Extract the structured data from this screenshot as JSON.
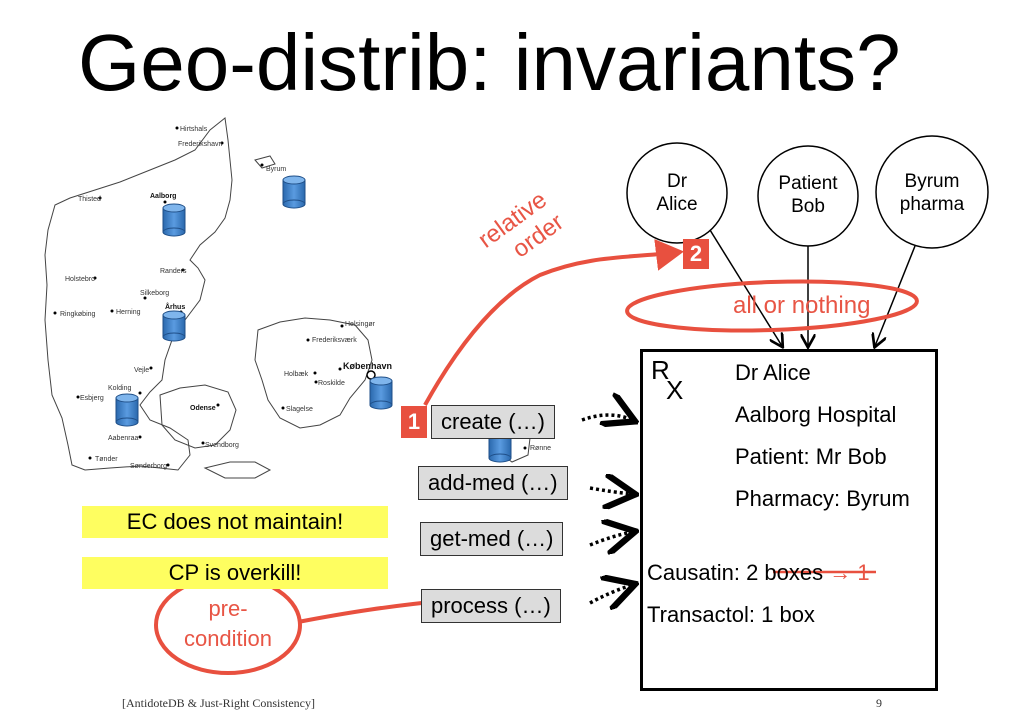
{
  "slide": {
    "title": "Geo-distrib: invariants?",
    "footer_citation": "[AntidoteDB & Just-Right Consistency]",
    "page_number": "9"
  },
  "map": {
    "cities": [
      "Hirtshals",
      "Frederikshavn",
      "Byrum",
      "Thisted",
      "Aalborg",
      "Randers",
      "Holstebro",
      "Silkeborg",
      "Århus",
      "Ringkøbing",
      "Herning",
      "Helsingør",
      "Frederiksværk",
      "København",
      "Vejle",
      "Holbæk",
      "Roskilde",
      "Kolding",
      "Esbjerg",
      "Odense",
      "Slagelse",
      "Aabenraa",
      "Svendborg",
      "Tønder",
      "Sønderborg",
      "Rønne"
    ]
  },
  "actors": [
    {
      "line1": "Dr",
      "line2": "Alice"
    },
    {
      "line1": "Patient",
      "line2": "Bob"
    },
    {
      "line1": "Byrum",
      "line2": "pharma"
    }
  ],
  "annotations": {
    "relative_order_line1": "relative",
    "relative_order_line2": "order",
    "all_or_nothing": "all or nothing",
    "pre_condition_line1": "pre-",
    "pre_condition_line2": "condition",
    "step1": "1",
    "step2": "2"
  },
  "operations": [
    "create (…)",
    "add-med (…)",
    "get-med (…)",
    "process (…)"
  ],
  "notes": [
    "EC does not maintain!",
    "CP is overkill!"
  ],
  "prescription": {
    "rx_r": "R",
    "rx_x": "X",
    "doctor": "Dr Alice",
    "hospital": "Aalborg Hospital",
    "patient": "Patient: Mr Bob",
    "pharmacy": "Pharmacy: Byrum",
    "med1_label": "Causatin: ",
    "med1_old": "2 boxes",
    "med1_new": " → 1",
    "med2": "Transactol: 1 box"
  },
  "colors": {
    "accent_red": "#e8503f",
    "highlight_yellow": "#fefe60",
    "database_blue": "#3b7ec7",
    "op_grey": "#dcdcdc"
  }
}
